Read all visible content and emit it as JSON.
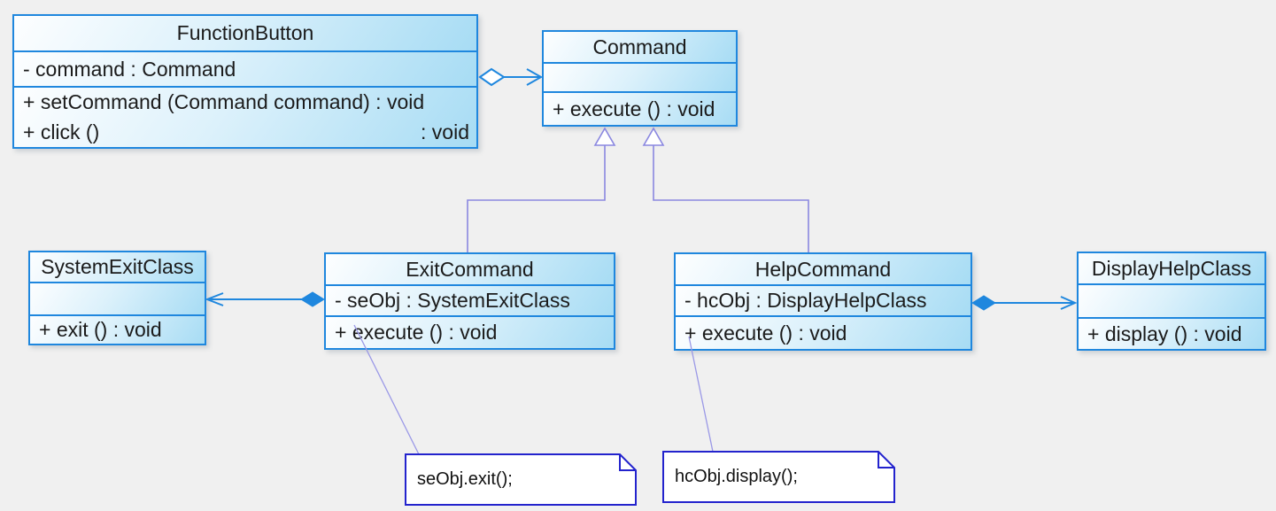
{
  "diagram_title": "Command pattern UML class diagram",
  "colors": {
    "background": "#f0f0f0",
    "class_border": "#1f87de",
    "class_fill_top": "#fdfeff",
    "class_fill_bottom": "#a7dcf4",
    "association_line": "#1f87de",
    "generalization_line": "#8a87e0",
    "note_border": "#2323cd",
    "note_fill": "#ffffff",
    "note_connector": "#9a98e6",
    "text": "#1b1b1b"
  },
  "classes": [
    {
      "name": "FunctionButton",
      "attributes": [
        "- command : Command"
      ],
      "methods": [
        {
          "text": "+ setCommand (Command command) : void",
          "rtext": ""
        },
        {
          "text": "+ click ()",
          "rtext": ": void"
        }
      ]
    },
    {
      "name": "Command",
      "attributes": [],
      "methods": [
        {
          "text": "+ execute () : void",
          "rtext": ""
        }
      ]
    },
    {
      "name": "SystemExitClass",
      "attributes": [],
      "methods": [
        {
          "text": "+ exit () : void",
          "rtext": ""
        }
      ]
    },
    {
      "name": "ExitCommand",
      "attributes": [
        "- seObj : SystemExitClass"
      ],
      "methods": [
        {
          "text": "+ execute () : void",
          "rtext": ""
        }
      ]
    },
    {
      "name": "HelpCommand",
      "attributes": [
        "- hcObj : DisplayHelpClass"
      ],
      "methods": [
        {
          "text": "+ execute () : void",
          "rtext": ""
        }
      ]
    },
    {
      "name": "DisplayHelpClass",
      "attributes": [],
      "methods": [
        {
          "text": "+ display () : void",
          "rtext": ""
        }
      ]
    }
  ],
  "notes": [
    {
      "text": "seObj.exit();"
    },
    {
      "text": "hcObj.display();"
    }
  ],
  "relationships": [
    {
      "type": "aggregation",
      "from": "FunctionButton",
      "to": "Command"
    },
    {
      "type": "generalization",
      "from": "ExitCommand",
      "to": "Command"
    },
    {
      "type": "generalization",
      "from": "HelpCommand",
      "to": "Command"
    },
    {
      "type": "composition",
      "from": "ExitCommand",
      "to": "SystemExitClass"
    },
    {
      "type": "composition",
      "from": "HelpCommand",
      "to": "DisplayHelpClass"
    },
    {
      "type": "note-link",
      "from": "note-seobj-exit",
      "to": "ExitCommand.execute"
    },
    {
      "type": "note-link",
      "from": "note-hcobj-display",
      "to": "HelpCommand.execute"
    }
  ]
}
